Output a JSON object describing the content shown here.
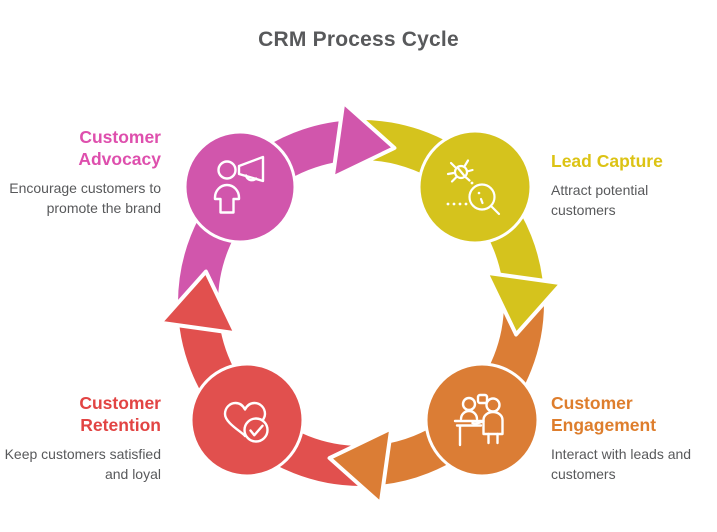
{
  "title": {
    "text": "CRM Process Cycle",
    "color": "#58595B"
  },
  "diagram": {
    "type": "cycle",
    "direction": "clockwise",
    "background": "#FFFFFF",
    "body_text_color": "#58595B",
    "nodes": [
      {
        "id": "customer-advocacy",
        "label": "Customer Advocacy",
        "description": "Encourage customers to promote the brand",
        "color": "#D156AC",
        "label_color": "#DE4FAD",
        "icon": "person-megaphone-icon",
        "position": "top-left"
      },
      {
        "id": "lead-capture",
        "label": "Lead Capture",
        "description": "Attract potential customers",
        "color": "#D5C31D",
        "label_color": "#DCC314",
        "icon": "bug-magnifier-icon",
        "position": "top-right"
      },
      {
        "id": "customer-engagement",
        "label": "Customer Engagement",
        "description": "Interact with leads and customers",
        "color": "#DB7D35",
        "label_color": "#DE7E2D",
        "icon": "people-greeting-icon",
        "position": "bottom-right"
      },
      {
        "id": "customer-retention",
        "label": "Customer Retention",
        "description": "Keep customers satisfied and loyal",
        "color": "#E1504E",
        "label_color": "#E24443",
        "icon": "heart-check-icon",
        "position": "bottom-left"
      }
    ],
    "flow": [
      "customer-advocacy -> lead-capture",
      "lead-capture -> customer-engagement",
      "customer-engagement -> customer-retention",
      "customer-retention -> customer-advocacy"
    ]
  }
}
